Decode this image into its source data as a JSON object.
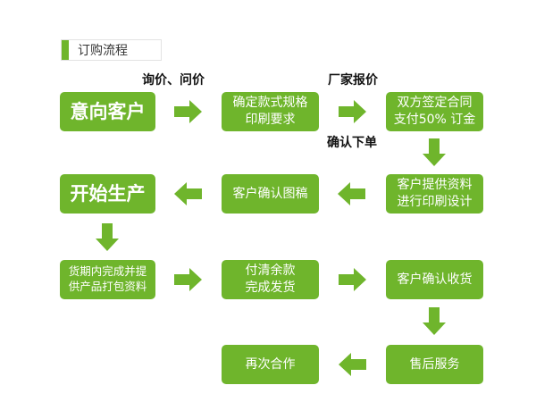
{
  "header": {
    "title": "订购流程"
  },
  "colors": {
    "accent": "#6fb52c",
    "text": "#111111"
  },
  "steps": [
    {
      "lines": [
        "意向客户"
      ]
    },
    {
      "lines": [
        "确定款式规格",
        "印刷要求"
      ]
    },
    {
      "lines": [
        "双方签定合同",
        "支付50% 订金"
      ]
    },
    {
      "lines": [
        "客户提供资料",
        "进行印刷设计"
      ]
    },
    {
      "lines": [
        "客户确认图稿"
      ]
    },
    {
      "lines": [
        "开始生产"
      ]
    },
    {
      "lines": [
        "货期内完成并提",
        "供产品打包资料"
      ]
    },
    {
      "lines": [
        "付清余款",
        "完成发货"
      ]
    },
    {
      "lines": [
        "客户确认收货"
      ]
    },
    {
      "lines": [
        "售后服务"
      ]
    },
    {
      "lines": [
        "再次合作"
      ]
    }
  ],
  "labels": {
    "inquiry": "询价、问价",
    "quote": "厂家报价",
    "confirm_order": "确认下单"
  }
}
